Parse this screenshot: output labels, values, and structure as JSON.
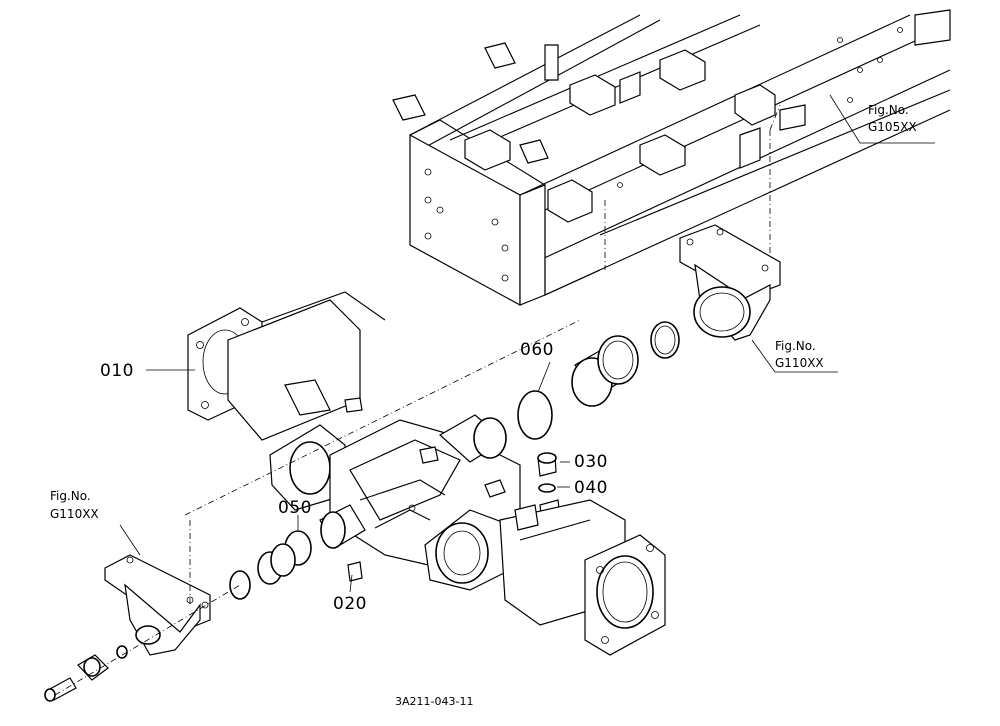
{
  "diagram": {
    "drawing_code": "3A211-043-11",
    "callouts": [
      {
        "id": "p010",
        "label": "010"
      },
      {
        "id": "p020",
        "label": "020"
      },
      {
        "id": "p030",
        "label": "030"
      },
      {
        "id": "p040",
        "label": "040"
      },
      {
        "id": "p050",
        "label": "050"
      },
      {
        "id": "p060",
        "label": "060"
      }
    ],
    "fig_refs": [
      {
        "id": "frame",
        "line1": "Fig.No.",
        "line2": "G105XX"
      },
      {
        "id": "bracket_right",
        "line1": "Fig.No.",
        "line2": "G110XX"
      },
      {
        "id": "bracket_left",
        "line1": "Fig.No.",
        "line2": "G110XX"
      }
    ]
  }
}
